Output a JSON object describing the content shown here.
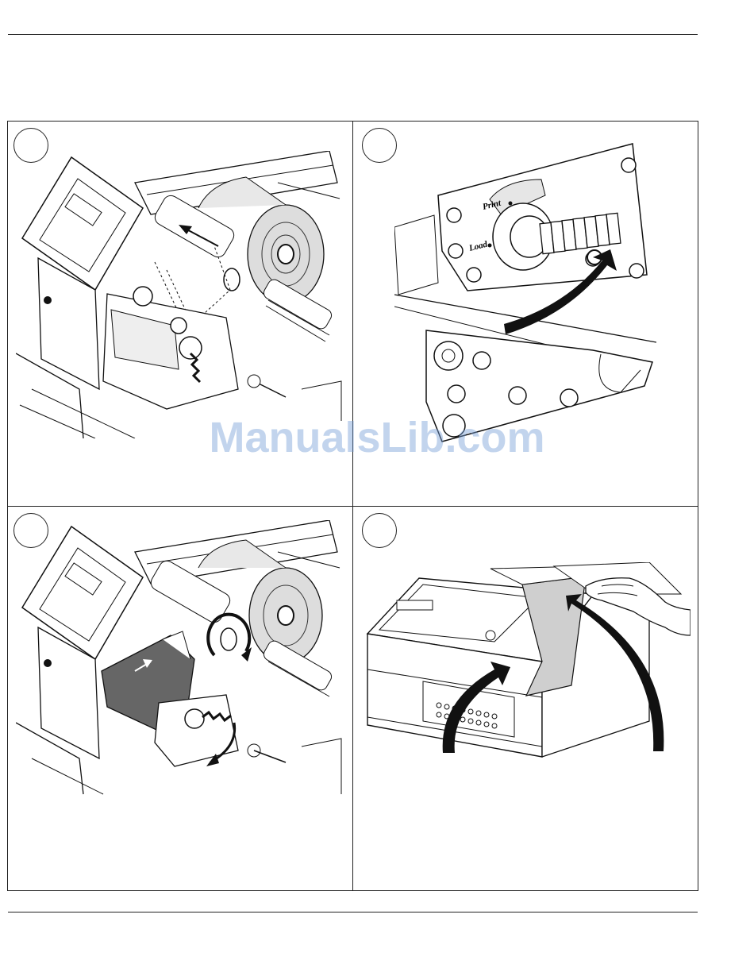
{
  "document": {
    "watermark": "ManualsLib.com",
    "panels": [
      {
        "id": "step-1",
        "illustration": "ribbon-loading-into-printhead"
      },
      {
        "id": "step-2",
        "illustration": "printhead-lever-from-load-to-print",
        "lever_labels": {
          "print": "Print",
          "load": "Load"
        }
      },
      {
        "id": "step-3",
        "illustration": "ribbon-rewind-and-printhead-locked"
      },
      {
        "id": "step-4",
        "illustration": "closing-printer-cover"
      }
    ],
    "icons": [
      "circular-arrow-icon",
      "curved-arrow-icon",
      "hand-icon"
    ]
  }
}
